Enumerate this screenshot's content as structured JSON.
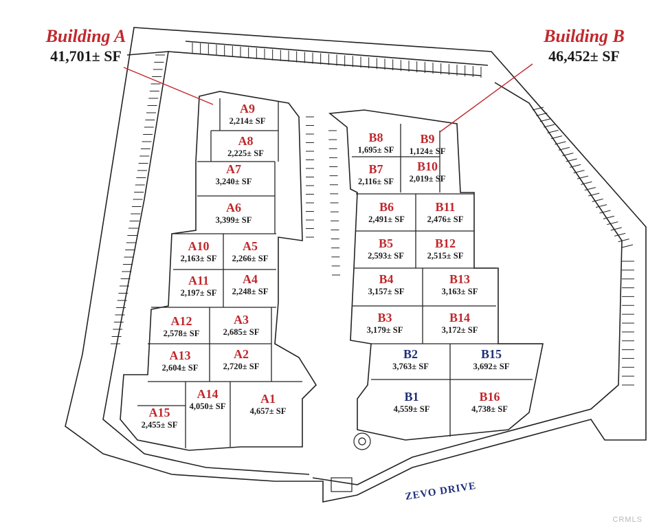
{
  "buildings": {
    "a": {
      "name": "Building A",
      "area": "41,701± SF"
    },
    "b": {
      "name": "Building B",
      "area": "46,452± SF"
    }
  },
  "units": {
    "a9": {
      "id": "A9",
      "sf": "2,214± SF"
    },
    "a8": {
      "id": "A8",
      "sf": "2,225± SF"
    },
    "a7": {
      "id": "A7",
      "sf": "3,240± SF"
    },
    "a6": {
      "id": "A6",
      "sf": "3,399± SF"
    },
    "a10": {
      "id": "A10",
      "sf": "2,163± SF"
    },
    "a5": {
      "id": "A5",
      "sf": "2,266± SF"
    },
    "a11": {
      "id": "A11",
      "sf": "2,197± SF"
    },
    "a4": {
      "id": "A4",
      "sf": "2,248± SF"
    },
    "a12": {
      "id": "A12",
      "sf": "2,578± SF"
    },
    "a3": {
      "id": "A3",
      "sf": "2,685± SF"
    },
    "a13": {
      "id": "A13",
      "sf": "2,604± SF"
    },
    "a2": {
      "id": "A2",
      "sf": "2,720± SF"
    },
    "a14": {
      "id": "A14",
      "sf": "4,050± SF"
    },
    "a1": {
      "id": "A1",
      "sf": "4,657± SF"
    },
    "a15": {
      "id": "A15",
      "sf": "2,455± SF"
    },
    "b8": {
      "id": "B8",
      "sf": "1,695± SF"
    },
    "b9": {
      "id": "B9",
      "sf": "1,124± SF"
    },
    "b7": {
      "id": "B7",
      "sf": "2,116± SF"
    },
    "b10": {
      "id": "B10",
      "sf": "2,019± SF"
    },
    "b6": {
      "id": "B6",
      "sf": "2,491± SF"
    },
    "b11": {
      "id": "B11",
      "sf": "2,476± SF"
    },
    "b5": {
      "id": "B5",
      "sf": "2,593± SF"
    },
    "b12": {
      "id": "B12",
      "sf": "2,515± SF"
    },
    "b4": {
      "id": "B4",
      "sf": "3,157± SF"
    },
    "b13": {
      "id": "B13",
      "sf": "3,163± SF"
    },
    "b3": {
      "id": "B3",
      "sf": "3,179± SF"
    },
    "b14": {
      "id": "B14",
      "sf": "3,172± SF"
    },
    "b2": {
      "id": "B2",
      "sf": "3,763± SF"
    },
    "b15": {
      "id": "B15",
      "sf": "3,692± SF"
    },
    "b1": {
      "id": "B1",
      "sf": "4,559± SF"
    },
    "b16": {
      "id": "B16",
      "sf": "4,738± SF"
    }
  },
  "street": "ZEVO DRIVE",
  "watermark": "CRMLS",
  "colors": {
    "unit_red": "#c0282d",
    "unit_blue": "#1f2f7a",
    "line": "#222222"
  }
}
